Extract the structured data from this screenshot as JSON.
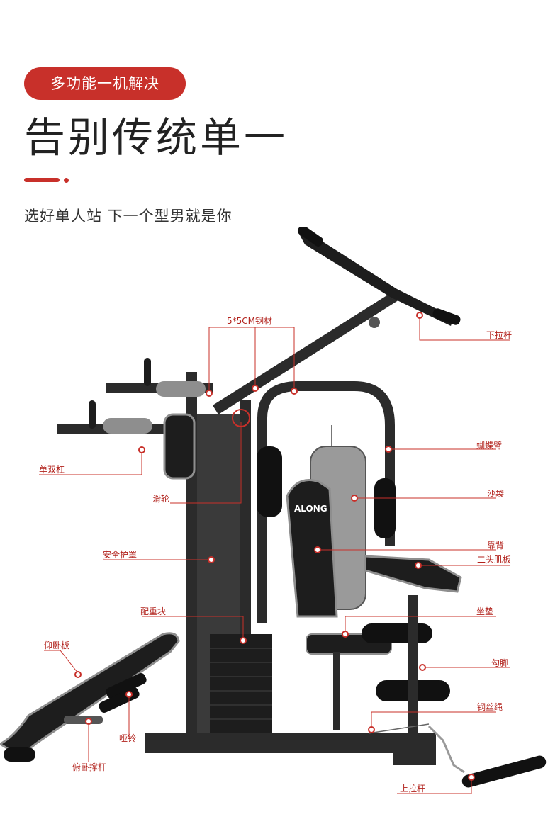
{
  "header": {
    "badge": "多功能一机解决",
    "title": "告别传统单一",
    "subtitle": "选好单人站 下一个型男就是你"
  },
  "colors": {
    "accent": "#c8302a",
    "frame": "#2b2b2b",
    "pad": "#1d1d1d",
    "trim": "#8e8e8e"
  },
  "product": {
    "brand": "ALONG",
    "labels": {
      "steel": "5*5CM钢材",
      "lat_bar": "下拉杆",
      "butterfly": "蝴蝶臂",
      "dip_bars": "单双杠",
      "pulley": "滑轮",
      "sandbag": "沙袋",
      "guard": "安全护罩",
      "backrest": "靠背",
      "bicep": "二头肌板",
      "weights": "配重块",
      "seat": "坐垫",
      "situp": "仰卧板",
      "foot": "勾脚",
      "cable": "钢丝绳",
      "dumbbell": "哑铃",
      "pushup": "俯卧撑杆",
      "low_bar": "上拉杆"
    }
  }
}
